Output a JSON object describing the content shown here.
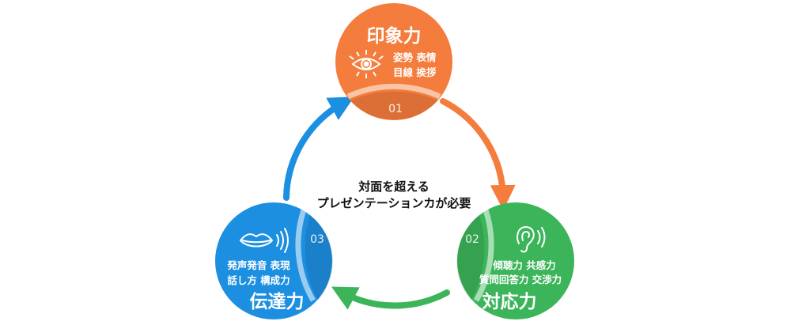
{
  "center": {
    "line1": "対面を超える",
    "line2": "プレゼンテーションカが必要"
  },
  "nodes": [
    {
      "number": "01",
      "title": "印象力",
      "items_line1": "姿勢 表情",
      "items_line2": "目線 挨拶",
      "icon": "eye-icon",
      "color": "#f47c3c"
    },
    {
      "number": "02",
      "title": "対応力",
      "items_line1": "傾聴力 共感力",
      "items_line2": "質問回答力 交渉力",
      "icon": "ear-icon",
      "color": "#3cb55a"
    },
    {
      "number": "03",
      "title": "伝達力",
      "items_line1": "発声発音 表現",
      "items_line2": "話し方 構成力",
      "icon": "speaking-lips-icon",
      "color": "#1d8fe1"
    }
  ]
}
